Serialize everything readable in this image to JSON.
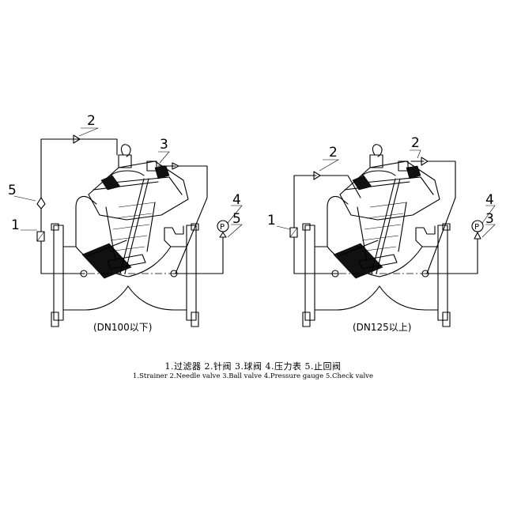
{
  "left_view": {
    "caption": "(DN100以下)",
    "callouts": {
      "c1": "1",
      "c2": "2",
      "c3": "3",
      "c4": "4",
      "c5a": "5",
      "c5b": "5"
    },
    "pressure_symbol": "P"
  },
  "right_view": {
    "caption": "(DN125以上)",
    "callouts": {
      "c1": "1",
      "c2a": "2",
      "c2b": "2",
      "c4": "4",
      "c3": "3"
    },
    "pressure_symbol": "P"
  },
  "legend": {
    "chinese": "1.过滤器   2.针阀   3.球阀   4.压力表   5.止回阀",
    "english": "1.Strainer 2.Needle valve 3.Ball valve 4.Pressure gauge 5.Check valve"
  }
}
